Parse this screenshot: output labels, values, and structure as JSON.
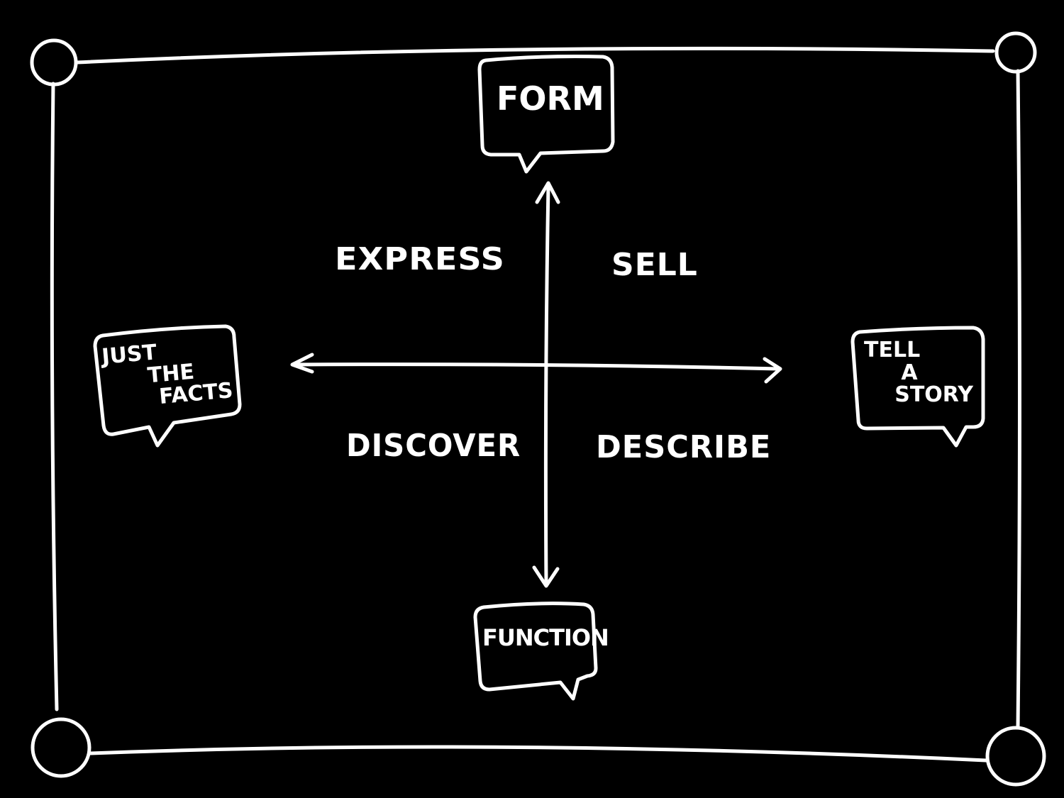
{
  "axes": {
    "top": "Form",
    "bottom": "Function",
    "left": [
      "Just",
      "The",
      "Facts"
    ],
    "right": [
      "Tell",
      "A",
      "Story"
    ]
  },
  "quadrants": {
    "top_left": "Express",
    "top_right": "Sell",
    "bottom_left": "Discover",
    "bottom_right": "Describe"
  },
  "colors": {
    "background": "#000000",
    "ink": "#ffffff"
  }
}
